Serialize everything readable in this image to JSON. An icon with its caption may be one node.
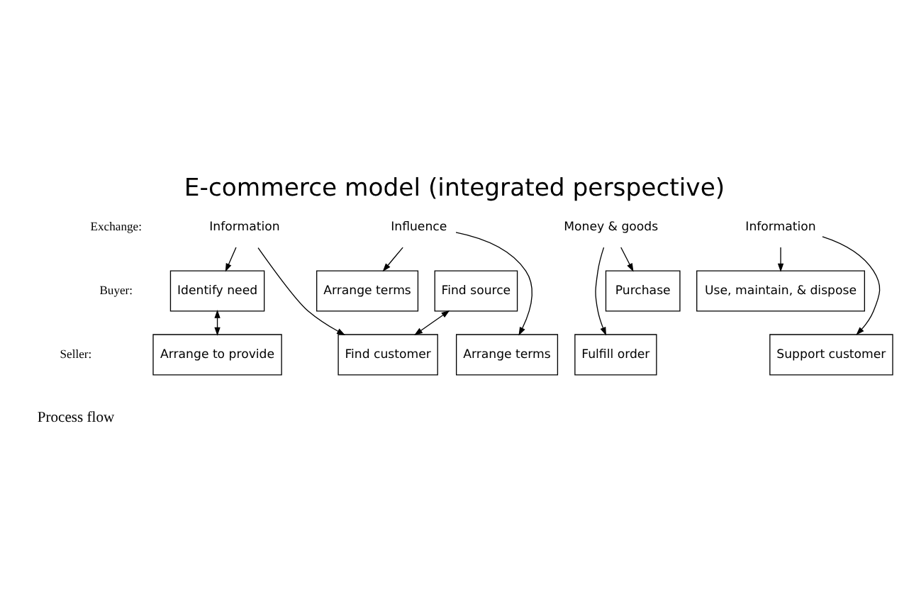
{
  "diagram": {
    "title": "E-commerce model (integrated perspective)",
    "nodes": [
      {
        "text": [
          "Identify need"
        ]
      },
      {
        "text": [
          "Find source"
        ]
      },
      {
        "text": [
          "Arrange terms"
        ]
      },
      {
        "text": [
          "Purchase"
        ]
      },
      {
        "text": [
          "Use, maintain, & dispose"
        ]
      },
      {
        "text": [
          "Information"
        ]
      },
      {
        "text": [
          "Influence"
        ]
      },
      {
        "text": [
          "Money & goods"
        ]
      },
      {
        "text": [
          "Information"
        ]
      },
      {
        "text": [
          "Arrange to provide"
        ]
      },
      {
        "text": [
          "Find customer"
        ]
      },
      {
        "text": [
          "Arrange terms"
        ]
      },
      {
        "text": [
          "Fulfill order"
        ]
      },
      {
        "text": [
          "Support customer"
        ]
      }
    ],
    "edges": [
      {
        "from": 0,
        "to": 9,
        "arrow": "both"
      },
      {
        "from": 5,
        "to": 0,
        "arrow": "to"
      },
      {
        "from": 5,
        "to": 10,
        "arrow": "to"
      },
      {
        "from": 1,
        "to": 10,
        "arrow": "both"
      },
      {
        "from": 6,
        "to": 2,
        "arrow": "to"
      },
      {
        "from": 6,
        "to": 11,
        "arrow": "to"
      },
      {
        "from": 7,
        "to": 3,
        "arrow": "to"
      },
      {
        "from": 7,
        "to": 12,
        "arrow": "to"
      },
      {
        "from": 8,
        "to": 4,
        "arrow": "to"
      },
      {
        "from": 8,
        "to": 13,
        "arrow": "to"
      }
    ],
    "labels": [
      "Buyer:",
      "Exchange:",
      "Seller:",
      "Process flow"
    ]
  }
}
